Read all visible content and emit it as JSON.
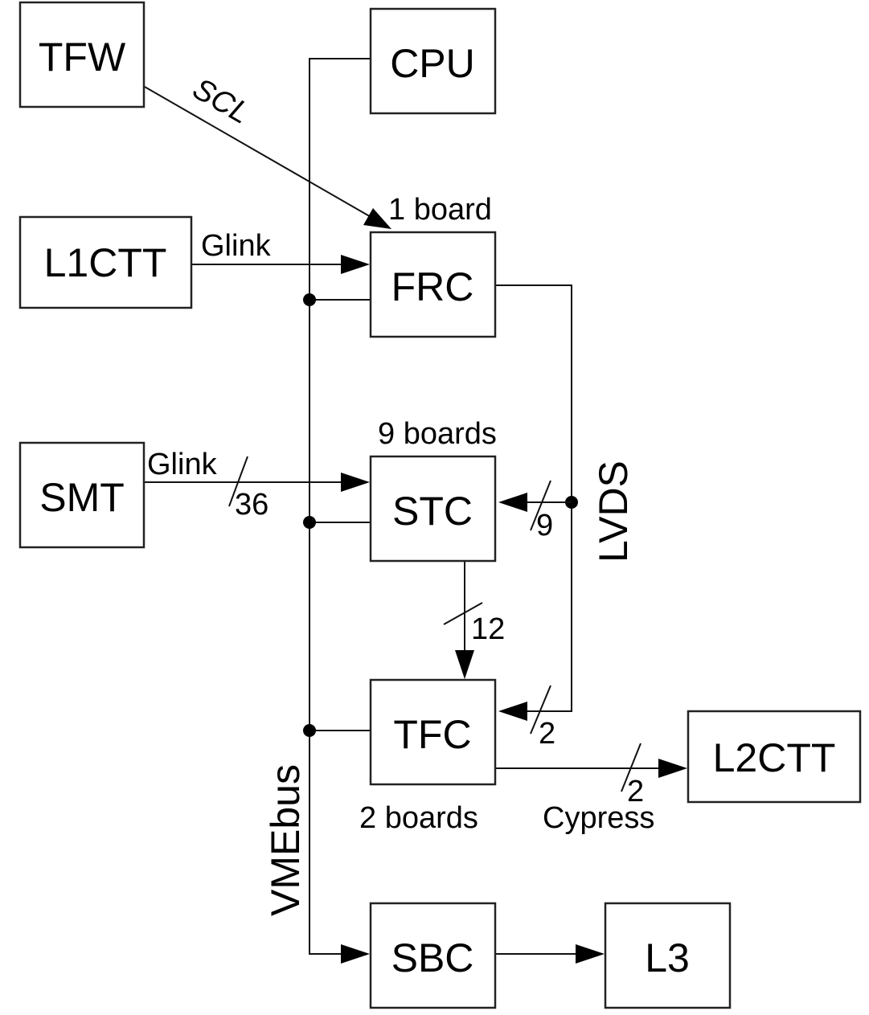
{
  "diagram": {
    "boxes": {
      "tfw": "TFW",
      "cpu": "CPU",
      "l1ctt": "L1CTT",
      "frc": "FRC",
      "smt": "SMT",
      "stc": "STC",
      "tfc": "TFC",
      "l2ctt": "L2CTT",
      "sbc": "SBC",
      "l3": "L3"
    },
    "labels": {
      "scl": "SCL",
      "frc_boards": "1 board",
      "l1ctt_link": "Glink",
      "stc_boards": "9 boards",
      "smt_link": "Glink",
      "smt_width": "36",
      "lvds": "LVDS",
      "lvds_stc_width": "9",
      "stc_tfc_width": "12",
      "lvds_tfc_width": "2",
      "tfc_boards": "2 boards",
      "cypress": "Cypress",
      "cypress_width": "2",
      "vmebus": "VMEbus"
    },
    "connections": [
      {
        "from": "TFW",
        "to": "FRC",
        "label": "SCL"
      },
      {
        "from": "L1CTT",
        "to": "FRC",
        "label": "Glink"
      },
      {
        "from": "SMT",
        "to": "STC",
        "label": "Glink",
        "width": "36"
      },
      {
        "from": "FRC",
        "to": "STC",
        "label": "LVDS",
        "width": "9"
      },
      {
        "from": "FRC",
        "to": "TFC",
        "label": "LVDS",
        "width": "2"
      },
      {
        "from": "STC",
        "to": "TFC",
        "width": "12"
      },
      {
        "from": "TFC",
        "to": "L2CTT",
        "label": "Cypress",
        "width": "2"
      },
      {
        "from": "VMEbus",
        "to": "SBC"
      },
      {
        "from": "SBC",
        "to": "L3"
      }
    ]
  }
}
